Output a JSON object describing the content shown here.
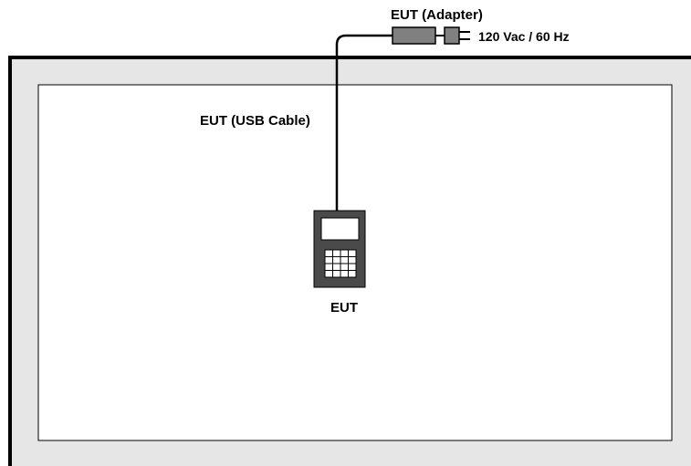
{
  "labels": {
    "adapter": "EUT (Adapter)",
    "power": "120 Vac / 60 Hz",
    "usb_cable": "EUT (USB Cable)",
    "eut": "EUT"
  },
  "colors": {
    "outer_frame_fill": "#e6e6e6",
    "outer_frame_stroke": "#000000",
    "table_fill": "#ffffff",
    "device_body": "#4a4a4a",
    "adapter_fill": "#808080",
    "cable": "#000000"
  }
}
